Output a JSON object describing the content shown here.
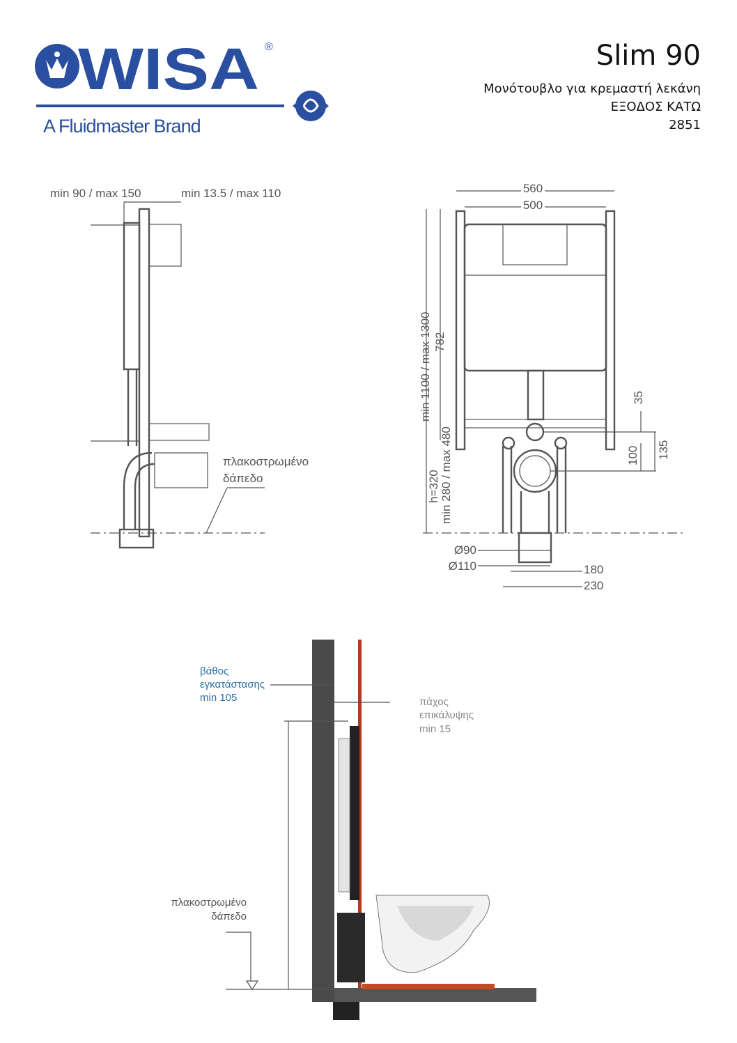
{
  "header": {
    "brand": "WISA",
    "registered": "®",
    "tagline": "A Fluidmaster Brand",
    "product_name": "Slim 90",
    "description": "Μονότουβλο για κρεμαστή λεκάνη",
    "outlet": "ΕΞΟΔΟΣ ΚΑΤΩ",
    "code": "2851",
    "brand_color": "#2a4fa0"
  },
  "side_view": {
    "depth_label": "min 90 / max 150",
    "offset_label": "min 13.5 / max 110",
    "floor_label_1": "πλακοστρωμένο",
    "floor_label_2": "δάπεδο"
  },
  "front_view": {
    "width_outer": "560",
    "width_inner": "500",
    "height_range": "min 1100 / max 1300",
    "tank_height": "782",
    "dim_35": "35",
    "dim_135": "135",
    "dim_100": "100",
    "h_label": "h=320",
    "h_range": "min 280 / max 480",
    "dia_90": "Ø90",
    "dia_110": "Ø110",
    "dim_180": "180",
    "dim_230": "230"
  },
  "install_view": {
    "depth_1": "βάθος",
    "depth_2": "εγκατάστασης",
    "depth_3": "min 105",
    "cover_1": "πάχος",
    "cover_2": "επικάλυψης",
    "cover_3": "min 15",
    "floor_1": "πλακοστρωμένο",
    "floor_2": "δάπεδο",
    "accent_color": "#2a6fa8"
  }
}
